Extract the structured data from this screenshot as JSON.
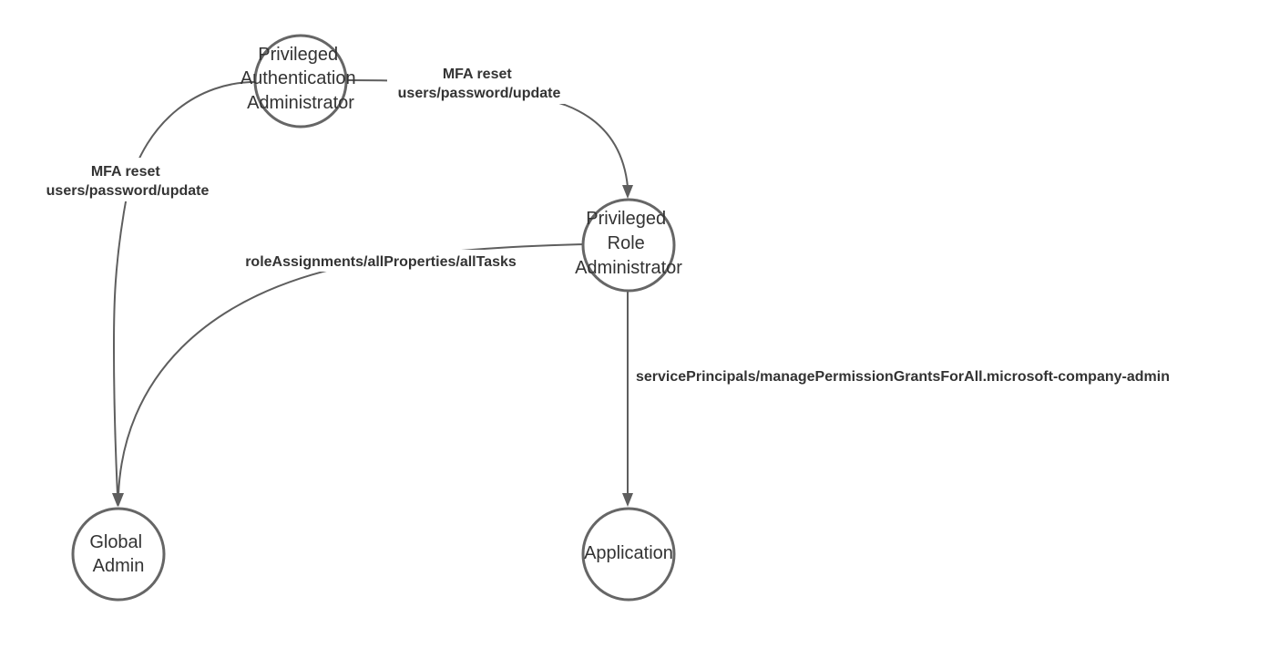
{
  "nodes": {
    "pauth_admin": {
      "lines": [
        "Privileged",
        "Authentication",
        "Administrator"
      ]
    },
    "prole_admin": {
      "lines": [
        "Privileged",
        "Role",
        "Administrator"
      ]
    },
    "global_admin": {
      "lines": [
        "Global",
        "Admin"
      ]
    },
    "application": {
      "lines": [
        "Application"
      ]
    }
  },
  "edges": {
    "pauth_to_prole": {
      "lines": [
        "MFA reset",
        "users/password/update"
      ]
    },
    "pauth_to_global": {
      "lines": [
        "MFA reset",
        "users/password/update"
      ]
    },
    "prole_to_global": {
      "lines": [
        "roleAssignments/allProperties/allTasks"
      ]
    },
    "prole_to_app": {
      "lines": [
        "servicePrincipals/managePermissionGrantsForAll.microsoft-company-admin"
      ]
    }
  },
  "colors": {
    "node_stroke": "#666666",
    "edge_stroke": "#5e5e5e",
    "text": "#333333",
    "background": "#ffffff"
  }
}
